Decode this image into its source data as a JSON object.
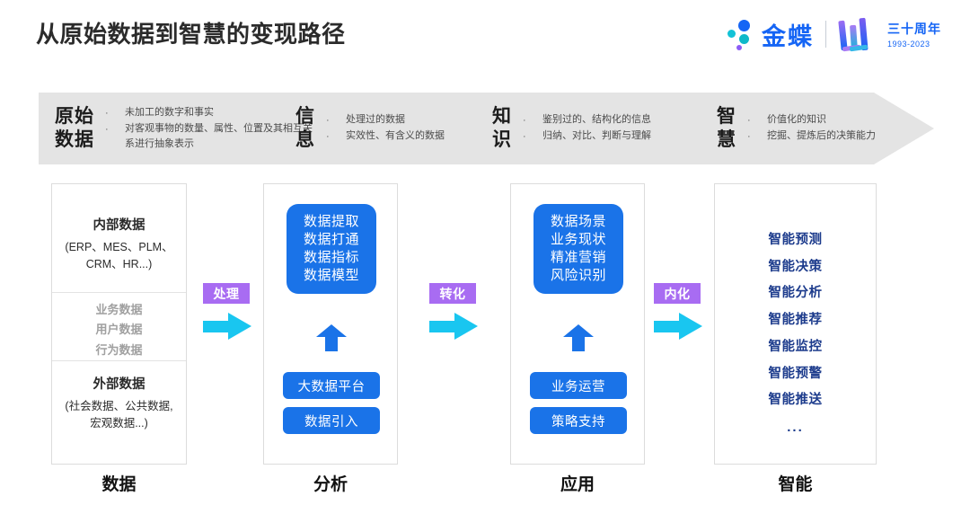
{
  "header": {
    "title": "从原始数据到智慧的变现路径",
    "logo": {
      "name": "金蝶",
      "anniversary_top": "三十周年",
      "anniversary_bottom": "1993-2023",
      "dot_colors": [
        "#1565f5",
        "#12c2d6",
        "#0fb9c9",
        "#8b5cf6"
      ],
      "brand_color": "#1565f5"
    }
  },
  "banner": {
    "bands": [
      {
        "title_line1": "原始",
        "title_line2": "数据",
        "bullets": [
          "未加工的数字和事实",
          "对客观事物的数量、属性、位置及其相互关系进行抽象表示"
        ]
      },
      {
        "title_line1": "信",
        "title_line2": "息",
        "bullets": [
          "处理过的数据",
          "实效性、有含义的数据"
        ]
      },
      {
        "title_line1": "知",
        "title_line2": "识",
        "bullets": [
          "鉴别过的、结构化的信息",
          "归纳、对比、判断与理解"
        ]
      },
      {
        "title_line1": "智",
        "title_line2": "慧",
        "bullets": [
          "价值化的知识",
          "挖掘、提炼后的决策能力"
        ]
      }
    ],
    "bullet_glyph": "·",
    "background_color": "#e4e4e4"
  },
  "columns": [
    {
      "label": "数据",
      "top_head": "内部数据",
      "top_sub_line1": "(ERP、MES、PLM、",
      "top_sub_line2": "CRM、HR...)",
      "middle_items": [
        "业务数据",
        "用户数据",
        "行为数据"
      ],
      "bottom_head": "外部数据",
      "bottom_sub_line1": "(社会数据、公共数据,",
      "bottom_sub_line2": "宏观数据...)"
    },
    {
      "label": "分析",
      "box_lines": [
        "数据提取",
        "数据打通",
        "数据指标",
        "数据模型"
      ],
      "pill_a": "大数据平台",
      "pill_b": "数据引入"
    },
    {
      "label": "应用",
      "box_lines": [
        "数据场景",
        "业务现状",
        "精准营销",
        "风险识别"
      ],
      "pill_a": "业务运营",
      "pill_b": "策略支持"
    },
    {
      "label": "智能",
      "items": [
        "智能预测",
        "智能决策",
        "智能分析",
        "智能推荐",
        "智能监控",
        "智能预警",
        "智能推送"
      ],
      "ellipsis": "..."
    }
  ],
  "connectors": [
    {
      "label": "处理"
    },
    {
      "label": "转化"
    },
    {
      "label": "内化"
    }
  ],
  "colors": {
    "accent_blue": "#1a73e8",
    "badge_purple": "#a86cf2",
    "arrow_cyan": "#19c6f0",
    "navy_text": "#1c3b8c",
    "muted_gray": "#a0a0a0"
  }
}
